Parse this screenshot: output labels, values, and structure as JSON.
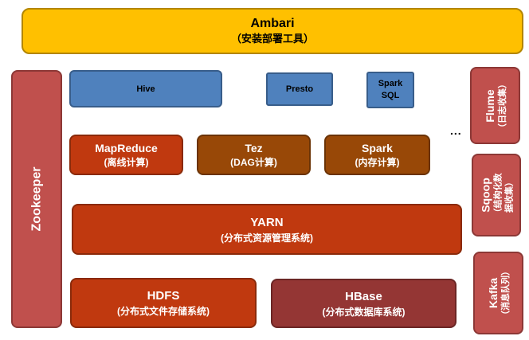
{
  "ambari": {
    "title": "Ambari",
    "subtitle": "（安装部署工具）"
  },
  "zookeeper": {
    "label": "Zookeeper"
  },
  "query": {
    "hive": "Hive",
    "presto": "Presto",
    "spark_sql_1": "Spark",
    "spark_sql_2": "SQL",
    "more": "..."
  },
  "compute": {
    "mapreduce": {
      "title": "MapReduce",
      "subtitle": "(离线计算)"
    },
    "tez": {
      "title": "Tez",
      "subtitle": "(DAG计算)"
    },
    "spark": {
      "title": "Spark",
      "subtitle": "(内存计算)"
    }
  },
  "yarn": {
    "title": "YARN",
    "subtitle": "(分布式资源管理系统)"
  },
  "hdfs": {
    "title": "HDFS",
    "subtitle": "(分布式文件存储系统)"
  },
  "hbase": {
    "title": "HBase",
    "subtitle": "(分布式数据库系统)"
  },
  "side": {
    "flume": {
      "title": "Flume",
      "subtitle": "（日志收集）"
    },
    "sqoop": {
      "title": "Sqoop",
      "subtitle_1": "（结构化数",
      "subtitle_2": "据收集）"
    },
    "kafka": {
      "title": "Kafka",
      "subtitle": "（消息队列）"
    }
  },
  "colors": {
    "ambari": "#ffc000",
    "zookeeper": "#c0504d",
    "query": "#4f81bd",
    "mapreduce": "#c0390f",
    "tez": "#984807",
    "hbase": "#943634"
  }
}
